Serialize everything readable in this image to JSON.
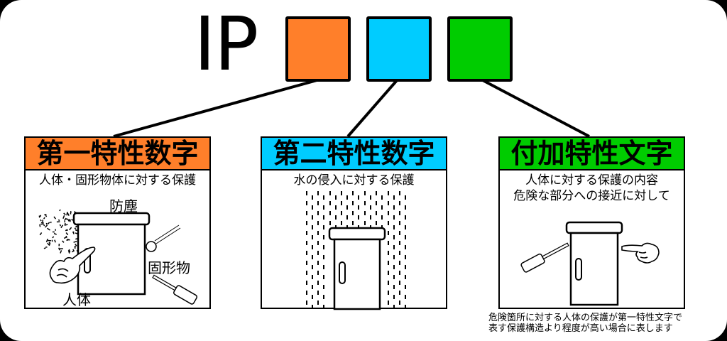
{
  "header": {
    "prefix": "IP",
    "boxes": [
      {
        "name": "first-digit-box",
        "color": "#FF7F2A"
      },
      {
        "name": "second-digit-box",
        "color": "#00CCFF"
      },
      {
        "name": "additional-letter-box",
        "color": "#00CC00"
      }
    ]
  },
  "panels": [
    {
      "title": "第一特性数字",
      "color": "#FF7F2A",
      "subtitle_lines": [
        "人体・固形物体に対する保護"
      ],
      "labels": {
        "dust": "防塵",
        "solid": "固形物",
        "body": "人体"
      }
    },
    {
      "title": "第二特性数字",
      "color": "#00CCFF",
      "subtitle_lines": [
        "水の侵入に対する保護"
      ]
    },
    {
      "title": "付加特性文字",
      "color": "#00CC00",
      "subtitle_lines": [
        "人体に対する保護の内容",
        "危険な部分への接近に対して"
      ]
    }
  ],
  "footnote": {
    "lines": [
      "危険箇所に対する人体の保護が第一特性文字で",
      "表す保護構造より程度が高い場合に表します"
    ]
  }
}
